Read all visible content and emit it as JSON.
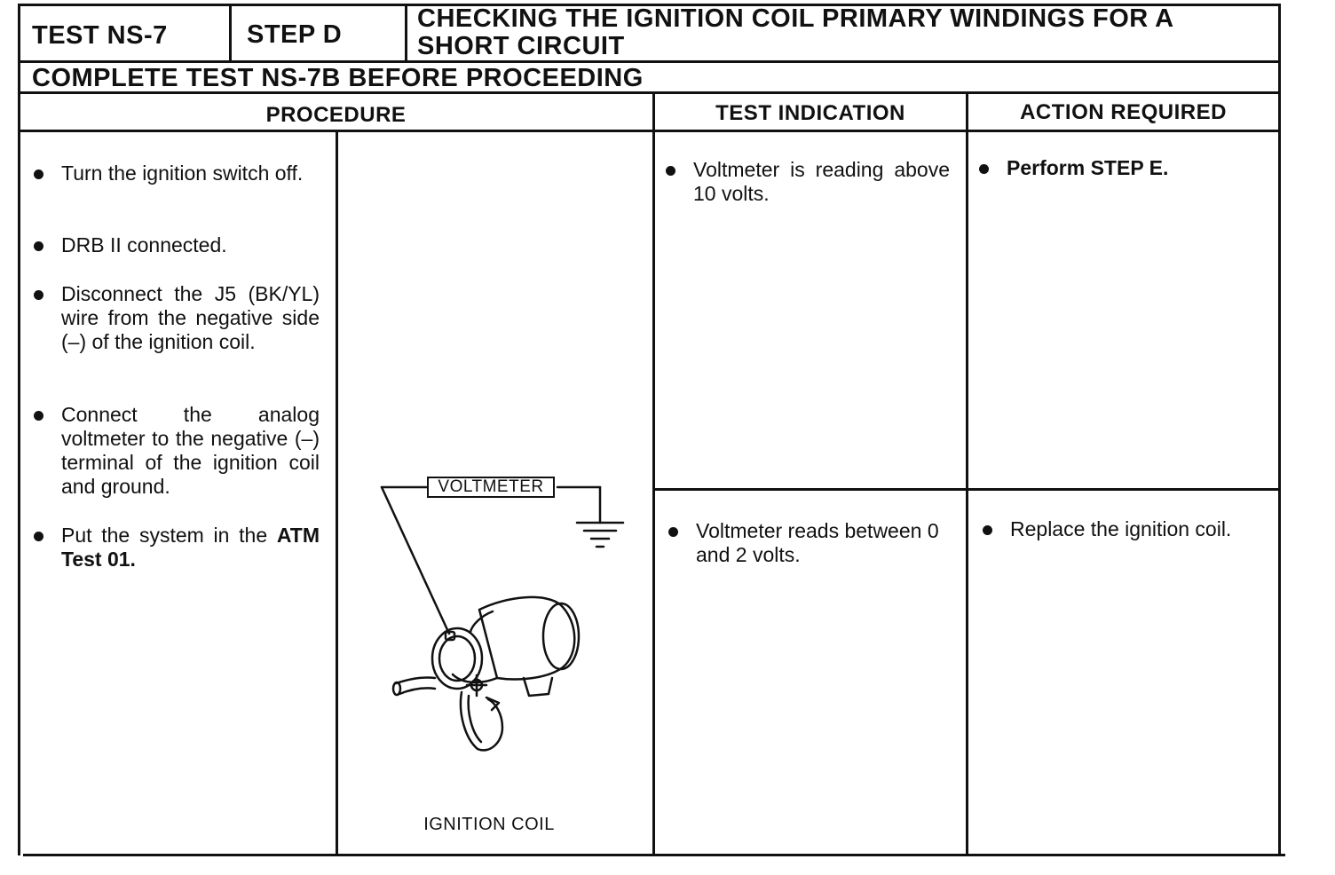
{
  "header": {
    "test_id": "TEST NS-7",
    "step": "STEP D",
    "title": "CHECKING THE IGNITION COIL PRIMARY WINDINGS FOR A SHORT CIRCUIT",
    "prerequisite": "COMPLETE TEST NS-7B BEFORE PROCEEDING"
  },
  "columns": {
    "procedure": "PROCEDURE",
    "test_indication": "TEST INDICATION",
    "action_required": "ACTION REQUIRED"
  },
  "procedure_steps": [
    {
      "text": "Turn the ignition switch off."
    },
    {
      "text": "DRB II connected."
    },
    {
      "text": "Disconnect the J5 (BK/YL) wire from the negative side (–) of the ignition coil."
    },
    {
      "text": "Connect the analog voltmeter to the negative (–) terminal of the ignition coil and ground."
    },
    {
      "text": "Put the system in the ",
      "bold": "ATM Test 01."
    }
  ],
  "figure": {
    "meter_label": "VOLTMETER",
    "caption": "IGNITION COIL"
  },
  "results": [
    {
      "indication": "Voltmeter is reading above 10 volts.",
      "action": "Perform STEP E."
    },
    {
      "indication": "Voltmeter reads between 0 and 2 volts.",
      "action": "Replace the ignition coil."
    }
  ]
}
